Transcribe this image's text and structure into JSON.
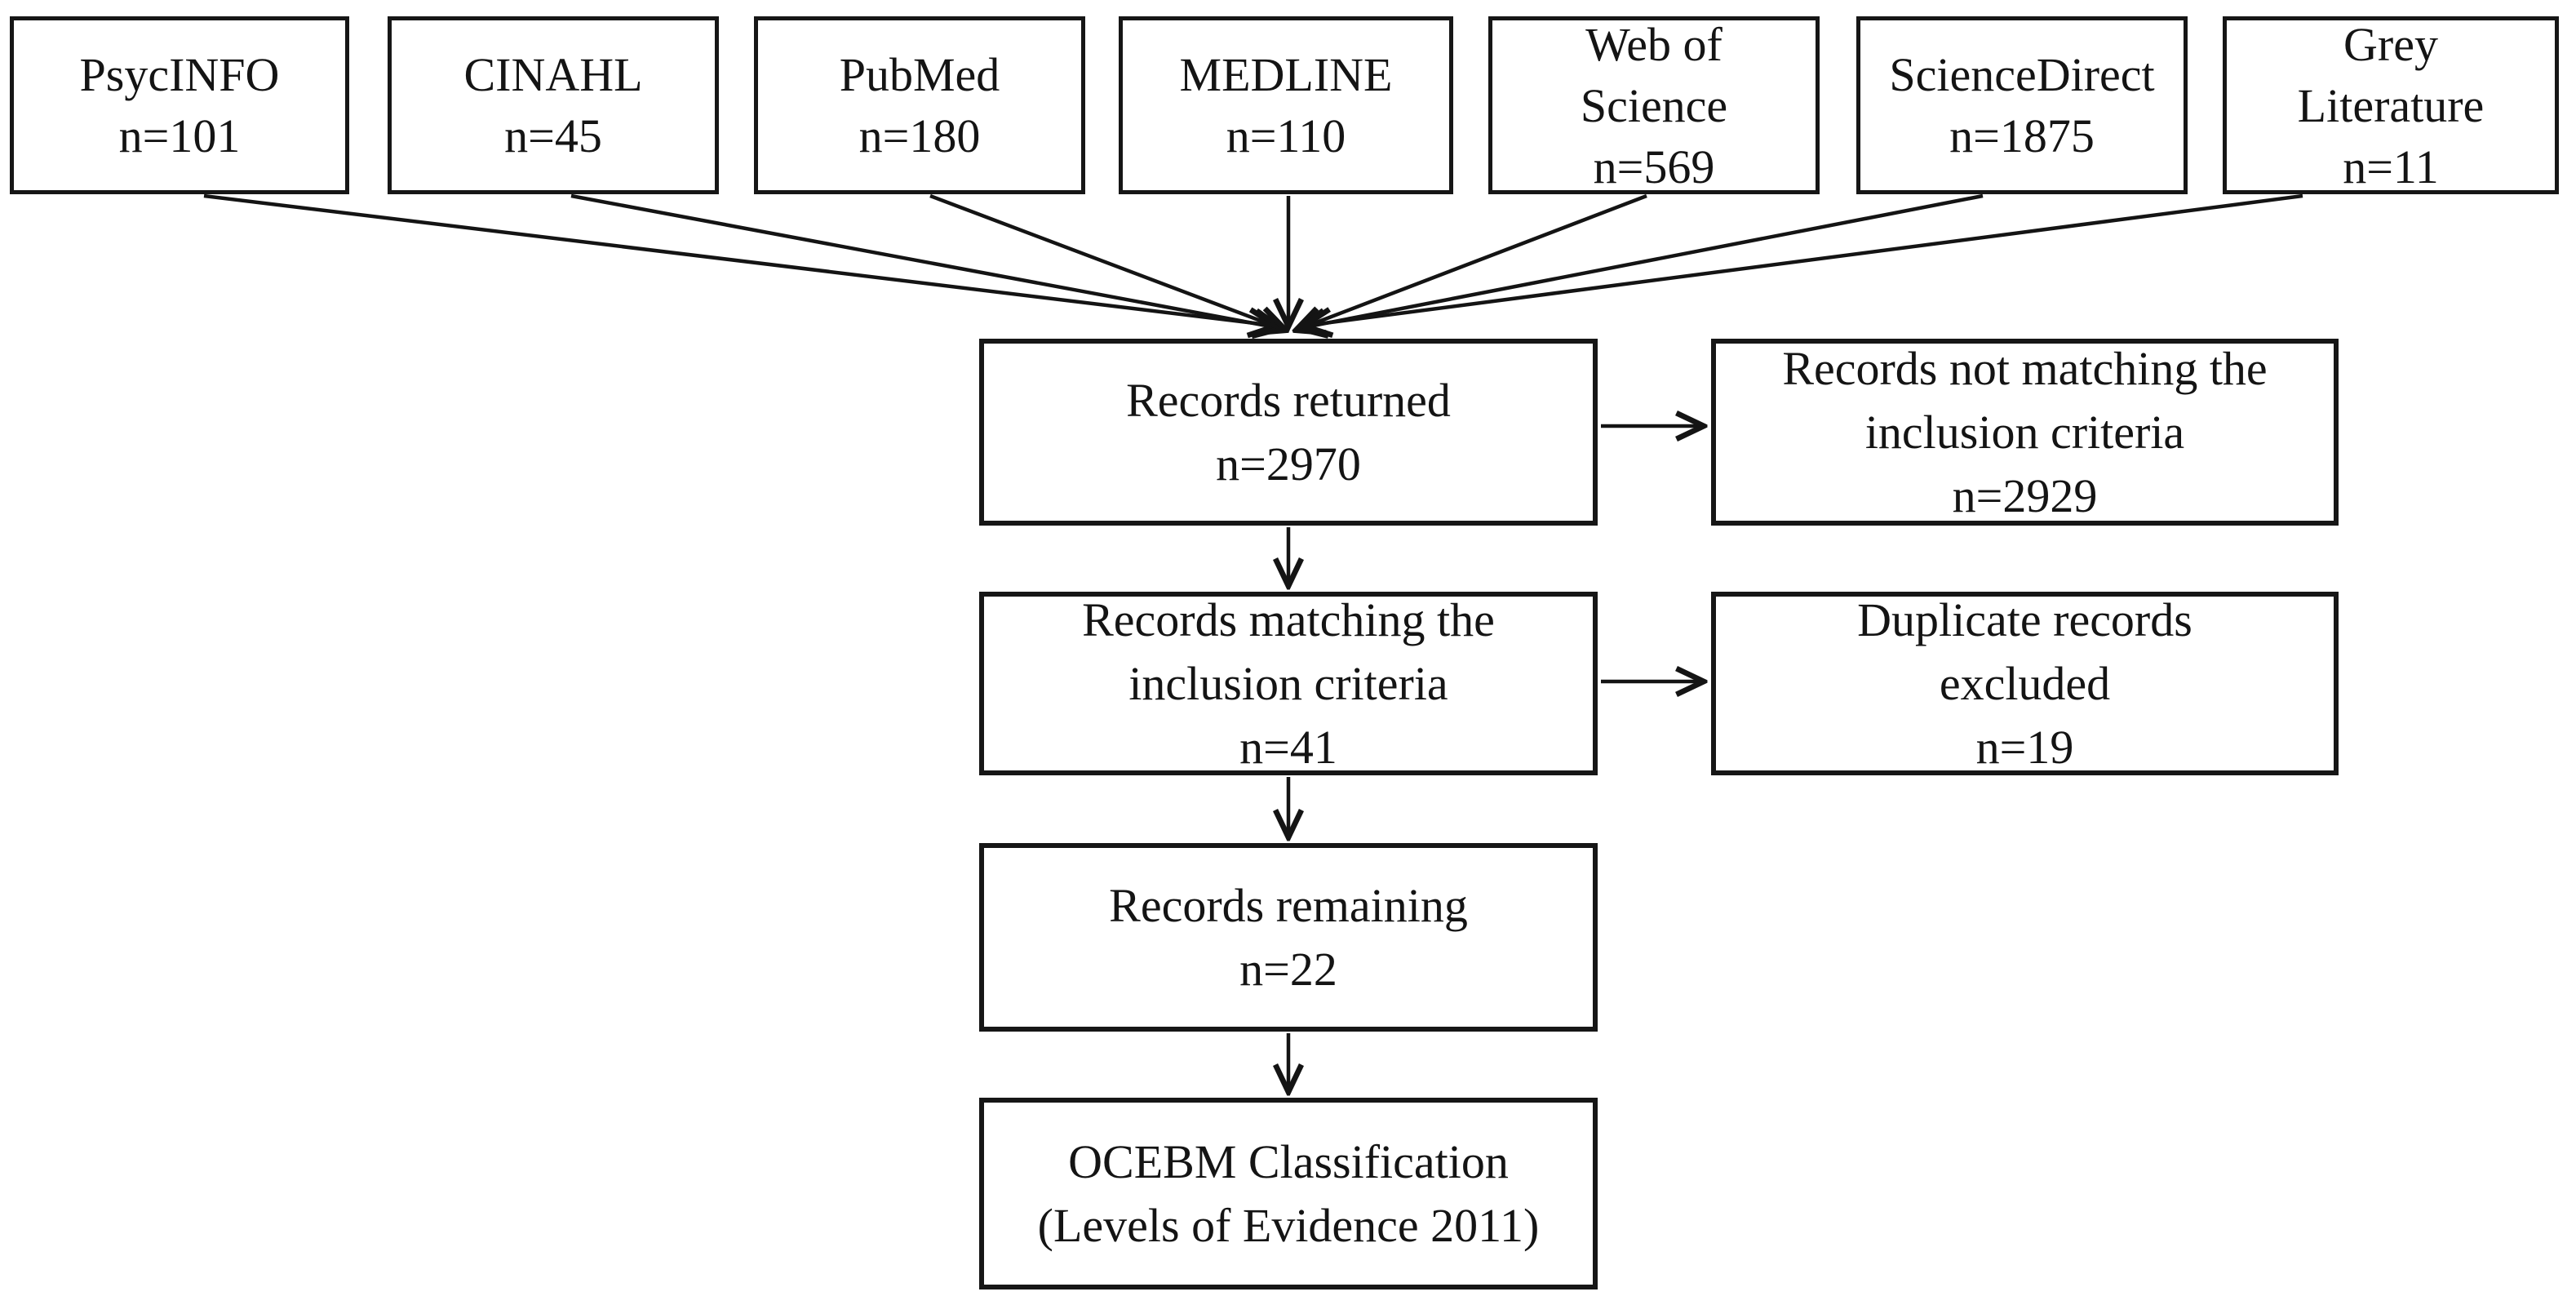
{
  "sources": [
    {
      "lines": [
        "PsycINFO",
        "n=101"
      ]
    },
    {
      "lines": [
        "CINAHL",
        "n=45"
      ]
    },
    {
      "lines": [
        "PubMed",
        "n=180"
      ]
    },
    {
      "lines": [
        "MEDLINE",
        "n=110"
      ]
    },
    {
      "lines": [
        "Web of",
        "Science",
        "n=569"
      ]
    },
    {
      "lines": [
        "ScienceDirect",
        "n=1875"
      ]
    },
    {
      "lines": [
        "Grey",
        "Literature",
        "n=11"
      ]
    }
  ],
  "flow": {
    "returned": {
      "lines": [
        "Records returned",
        "n=2970"
      ]
    },
    "matching": {
      "lines": [
        "Records matching the",
        "inclusion criteria",
        "n=41"
      ]
    },
    "remaining": {
      "lines": [
        "Records remaining",
        "n=22"
      ]
    },
    "ocebm": {
      "lines": [
        "OCEBM Classification",
        "(Levels of Evidence 2011)"
      ]
    }
  },
  "exclusions": {
    "not_matching": {
      "lines": [
        "Records not matching the",
        "inclusion criteria",
        "n=2929"
      ]
    },
    "duplicates": {
      "lines": [
        "Duplicate records",
        "excluded",
        "n=19"
      ]
    }
  },
  "colors": {
    "background": "#ffffff",
    "border": "#161616",
    "text": "#141414",
    "arrow": "#141414"
  }
}
